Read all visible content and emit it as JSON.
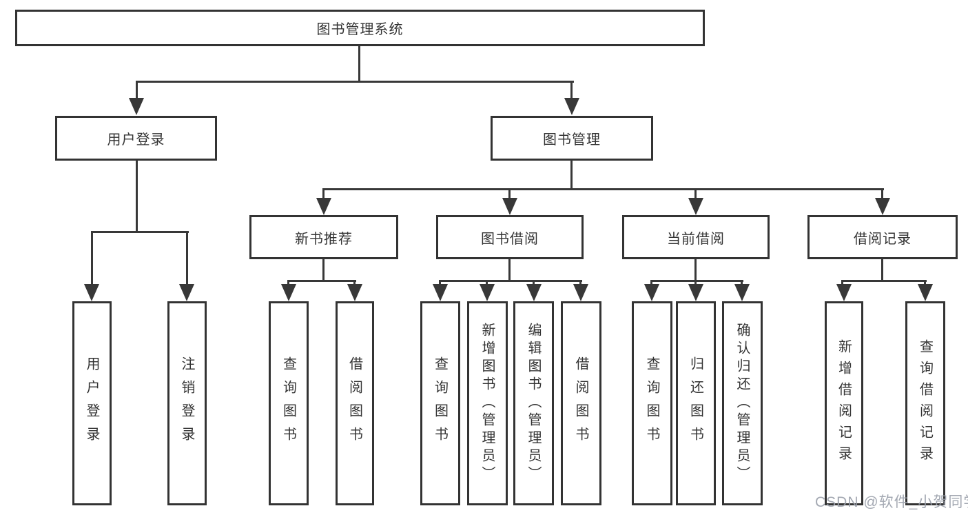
{
  "tree": {
    "root": "图书管理系统",
    "branches": [
      {
        "label": "用户登录",
        "children": [
          "用户登录",
          "注销登录"
        ]
      },
      {
        "label": "图书管理",
        "sections": [
          {
            "label": "新书推荐",
            "children": [
              "查询图书",
              "借阅图书"
            ]
          },
          {
            "label": "图书借阅",
            "children": [
              "查询图书",
              "新增图书（管理员）",
              "编辑图书（管理员）",
              "借阅图书"
            ]
          },
          {
            "label": "当前借阅",
            "children": [
              "查询图书",
              "归还图书",
              "确认归还（管理员）"
            ]
          },
          {
            "label": "借阅记录",
            "children": [
              "新增借阅记录",
              "查询借阅记录"
            ]
          }
        ]
      }
    ]
  },
  "colors": {
    "line": "#383838",
    "border": "#333333",
    "text": "#333333",
    "watermark": "#9ba1ab"
  },
  "watermark": "CSDN @软件_小贺同学"
}
